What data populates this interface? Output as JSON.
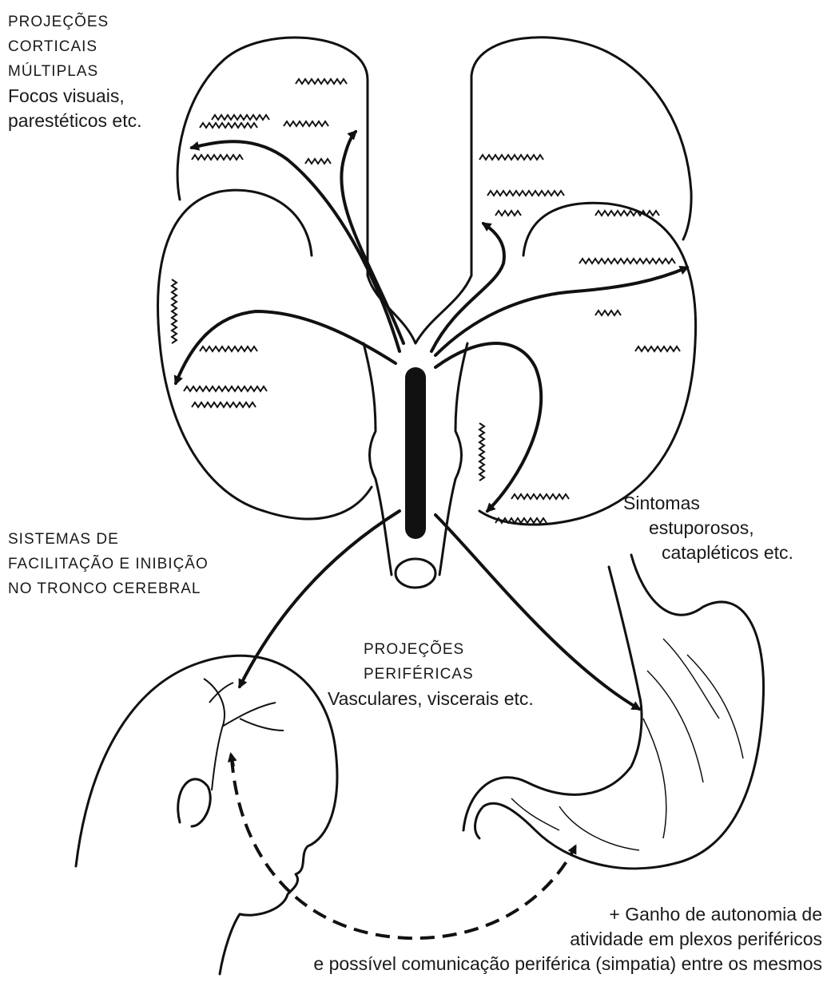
{
  "labels": {
    "cortical": {
      "line1": "PROJEÇÕES",
      "line2": "CORTICAIS",
      "line3": "MÚLTIPLAS",
      "line4": "Focos visuais,",
      "line5": "parestéticos etc."
    },
    "brainstem": {
      "line1": "SISTEMAS DE",
      "line2": "FACILITAÇÃO E INIBIÇÃO",
      "line3": "NO TRONCO CEREBRAL"
    },
    "stupor": {
      "line1": "Sintomas",
      "line2": "estuporosos,",
      "line3": "catapléticos etc."
    },
    "peripheral": {
      "line1": "PROJEÇÕES",
      "line2": "PERIFÉRICAS",
      "line3": "Vasculares, viscerais etc."
    },
    "autonomy": {
      "line1": "+ Ganho de autonomia de",
      "line2": "atividade em plexos periféricos",
      "line3": "e possível comunicação periférica (simpatia) entre os mesmos"
    }
  }
}
